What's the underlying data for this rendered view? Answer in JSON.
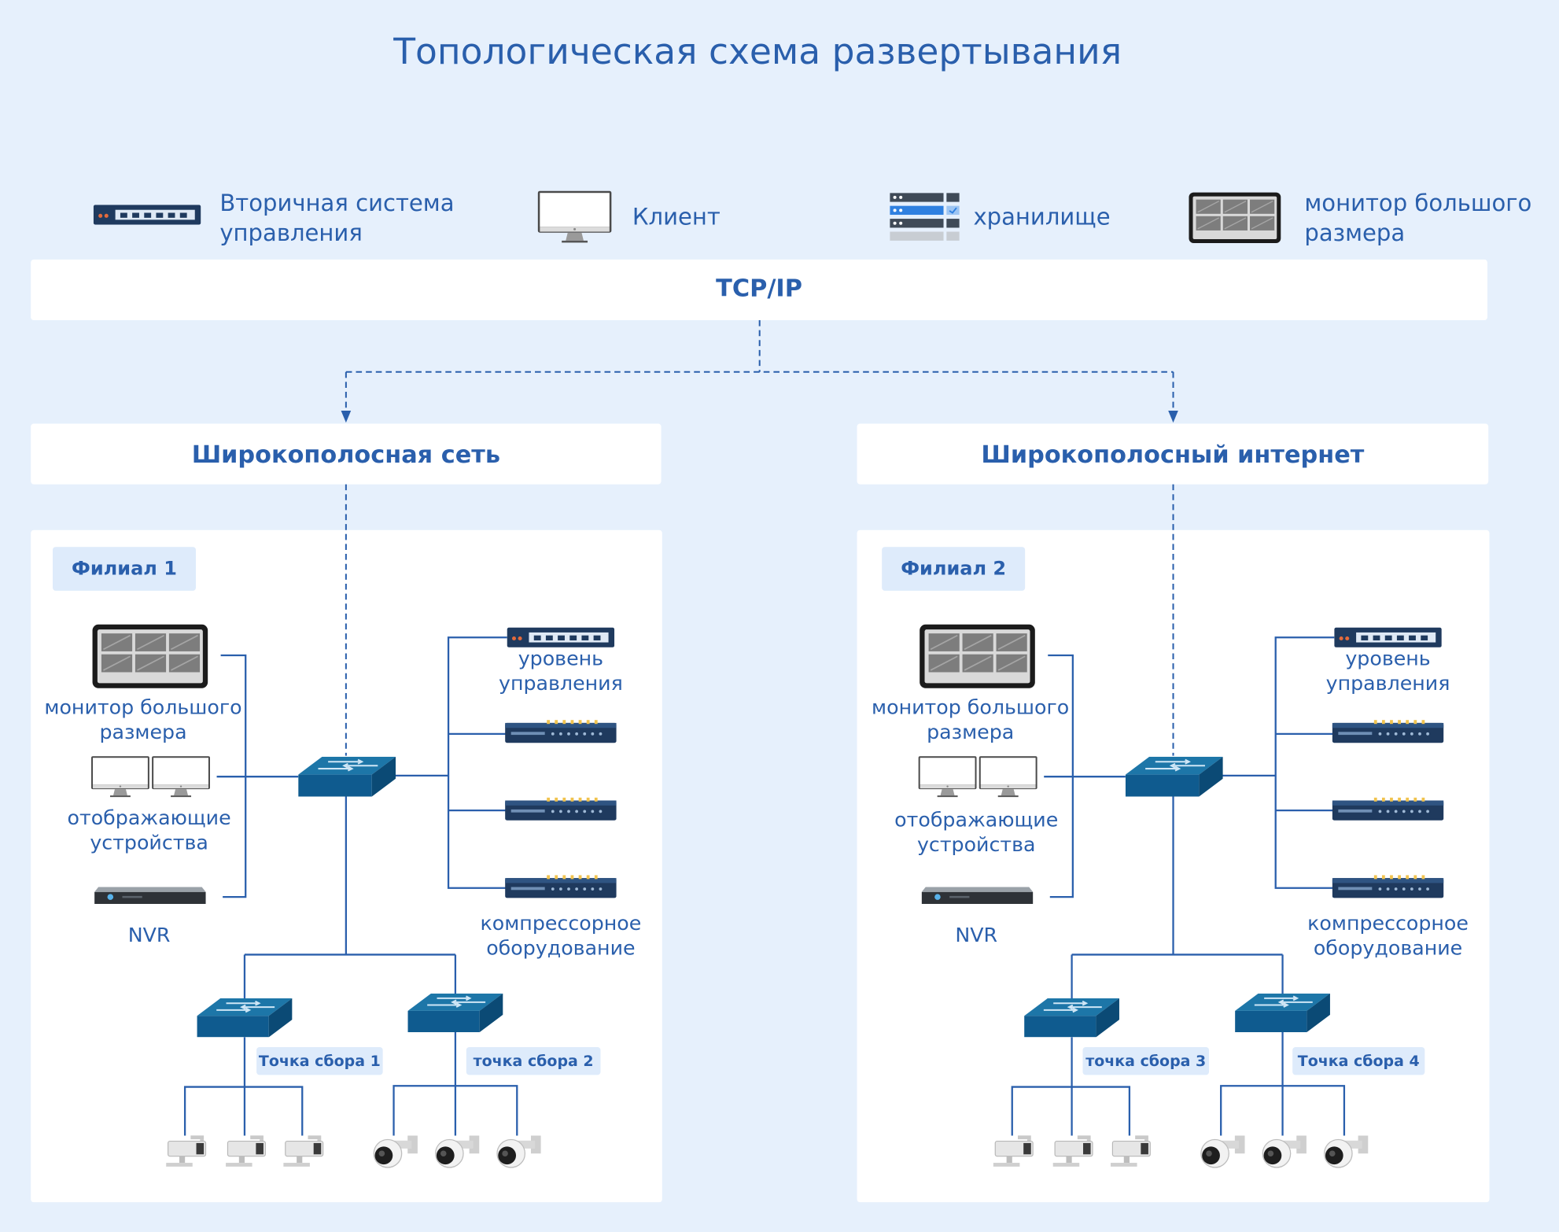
{
  "title": "Топологическая схема развертывания",
  "legend": {
    "secondary": "Вторичная система управления",
    "client": "Клиент",
    "storage": "хранилище",
    "wall": "монитор большого размера"
  },
  "tcpip": "TCP/IP",
  "networks": {
    "left": "Широкополосная сеть",
    "right": "Широкополосный интернет"
  },
  "branch1": {
    "name": "Филиал 1",
    "wall": "монитор большого размера",
    "displays": "отображающие устройства",
    "nvr": "NVR",
    "mgmt": "уровень управления",
    "encoder": "компрессорное оборудование",
    "agg_a": "Точка сбора 1",
    "agg_b": "точка сбора 2"
  },
  "branch2": {
    "name": "Филиал 2",
    "wall": "монитор большого размера",
    "displays": "отображающие устройства",
    "nvr": "NVR",
    "mgmt": "уровень управления",
    "encoder": "компрессорное оборудование",
    "agg_a": "точка сбора 3",
    "agg_b": "Точка сбора 4"
  },
  "colors": {
    "accent": "#2a5fac",
    "switch": "#0f5b8f",
    "background": "#e6f0fc"
  }
}
